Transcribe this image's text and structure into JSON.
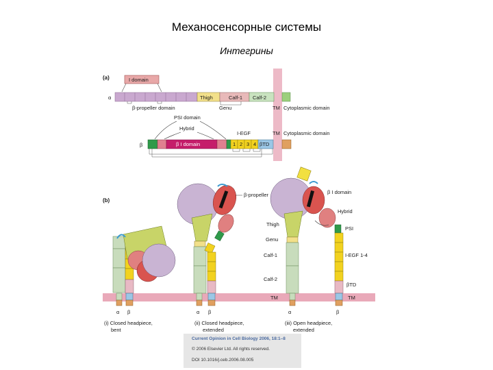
{
  "title": "Механосенсорные системы",
  "subtitle": "Интегрины",
  "panel_a": {
    "label": "(a)",
    "alpha_symbol": "α",
    "beta_symbol": "β",
    "i_domain": "I domain",
    "thigh": "Thigh",
    "calf1": "Calf-1",
    "calf2": "Calf-2",
    "beta_propeller_domain": "β-propeller domain",
    "genu": "Genu",
    "tm": "TM",
    "cytoplasmic_domain": "Cytoplasmic domain",
    "psi_domain": "PSI domain",
    "hybrid": "Hybrid",
    "iegf": "I-EGF",
    "beta_i_domain": "β I domain",
    "egf_numbers": [
      "1",
      "2",
      "3",
      "4"
    ],
    "beta_td": "βTD"
  },
  "panel_b": {
    "label": "(b)",
    "beta_propeller": "β-propeller",
    "beta_i_domain": "β I domain",
    "hybrid": "Hybrid",
    "thigh": "Thigh",
    "psi": "PSI",
    "genu": "Genu",
    "calf1": "Calf-1",
    "iegf14": "I-EGF 1-4",
    "calf2": "Calf-2",
    "beta_td": "βTD",
    "tm": "TM",
    "alpha": "α",
    "beta": "β",
    "captions": [
      {
        "line1": "(i) Closed headpiece,",
        "line2": "bent"
      },
      {
        "line1": "(ii) Closed headpiece,",
        "line2": "extended"
      },
      {
        "line1": "(iii) Open headpiece,",
        "line2": "extended"
      }
    ]
  },
  "source": {
    "journal": "Current Opinion in Cell Biology 2006, 18:1–8",
    "copyright": "© 2006 Elsevier Ltd. All rights reserved.",
    "doi": "DOI 10.1016/j.ceb.2006.08.005"
  },
  "colors": {
    "alpha_chain": "#c9a8cf",
    "thigh": "#f2e08a",
    "calf1": "#e8b9b9",
    "calf2": "#c9e3c0",
    "membrane": "#e9a9b9",
    "cytoplasmic": "#e0a060",
    "psi": "#2f9a4a",
    "beta_i": "#c51d6a",
    "egf": "#f2d21f",
    "btd": "#9bc7e6",
    "propeller": "#c9b4d3",
    "beta_head": "#d9544f",
    "hybrid_head": "#e08080",
    "leg_alpha": "#c8dcbc",
    "leg_beta": "#f2d21f"
  }
}
